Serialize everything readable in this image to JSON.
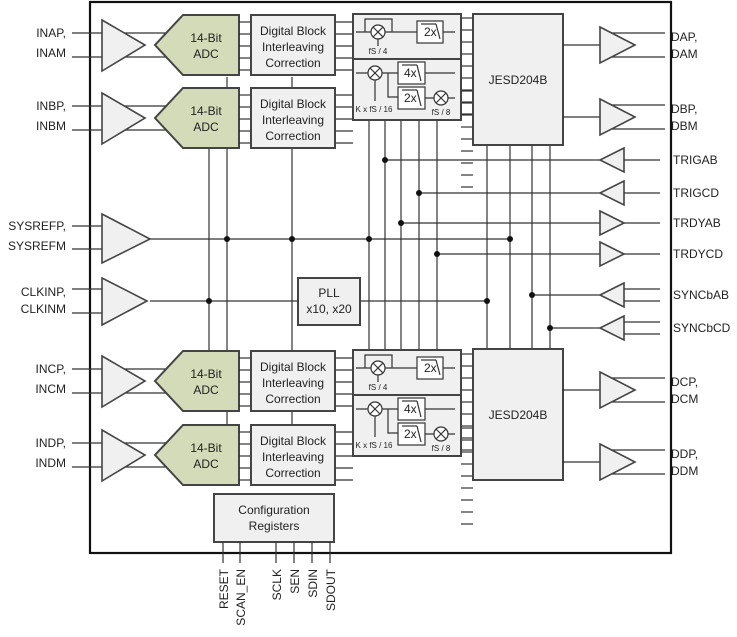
{
  "diagram": {
    "inputs_left": [
      {
        "id": "a",
        "p": "INAP,",
        "m": "INAM"
      },
      {
        "id": "b",
        "p": "INBP,",
        "m": "INBM"
      },
      {
        "id": "sysref",
        "p": "SYSREFP,",
        "m": "SYSREFM"
      },
      {
        "id": "clk",
        "p": "CLKINP,",
        "m": "CLKINM"
      },
      {
        "id": "c",
        "p": "INCP,",
        "m": "INCM"
      },
      {
        "id": "d",
        "p": "INDP,",
        "m": "INDM"
      }
    ],
    "adc": {
      "line1": "14-Bit",
      "line2": "ADC"
    },
    "digital_block": {
      "line1": "Digital Block",
      "line2": "Interleaving",
      "line3": "Correction"
    },
    "ddc": {
      "filter_2x": "2x",
      "filter_4x": "4x",
      "nco_fs4": "fS / 4",
      "nco_k": "K x fS / 16",
      "nco_fs8": "fS / 8"
    },
    "jesd": {
      "label": "JESD204B"
    },
    "pll": {
      "line1": "PLL",
      "line2": "x10, x20"
    },
    "config": {
      "line1": "Configuration",
      "line2": "Registers"
    },
    "outputs_right": [
      {
        "id": "da",
        "p": "DAP,",
        "m": "DAM"
      },
      {
        "id": "db",
        "p": "DBP,",
        "m": "DBM"
      },
      {
        "id": "dc",
        "p": "DCP,",
        "m": "DCM"
      },
      {
        "id": "dd",
        "p": "DDP,",
        "m": "DDM"
      }
    ],
    "control_pins_right": [
      "TRIGAB",
      "TRIGCD",
      "TRDYAB",
      "TRDYCD",
      "SYNCbAB",
      "SYNCbCD"
    ],
    "bottom_pins": [
      "RESET",
      "SCAN_EN",
      "SCLK",
      "SEN",
      "SDIN",
      "SDOUT"
    ]
  }
}
